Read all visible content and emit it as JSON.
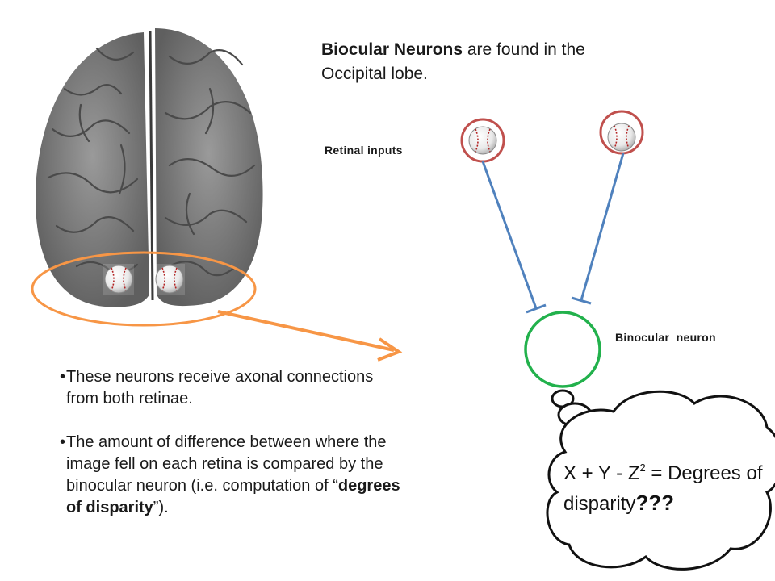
{
  "intro": {
    "bold_term": "Biocular Neurons",
    "rest": " are found in the Occipital lobe."
  },
  "labels": {
    "retinal_inputs": "Retinal inputs",
    "binocular_neuron": "Binocular  neuron"
  },
  "bullets": [
    {
      "text": "These neurons receive axonal connections from both retinae."
    },
    {
      "text_before": "The amount of difference between where the image fell on each retina is compared by the binocular neuron (i.e. computation of “",
      "bold": "degrees of disparity",
      "text_after": "”)."
    }
  ],
  "formula": {
    "part1": "X + Y - Z",
    "exponent": "2",
    "part2": " = Degrees of disparity",
    "questions": "???"
  },
  "colors": {
    "retinal_circle": "#c0504d",
    "axon_line": "#4f81bd",
    "binocular_circle": "#22b14c",
    "highlight": "#f79646",
    "brain": "#7d7d7d"
  }
}
